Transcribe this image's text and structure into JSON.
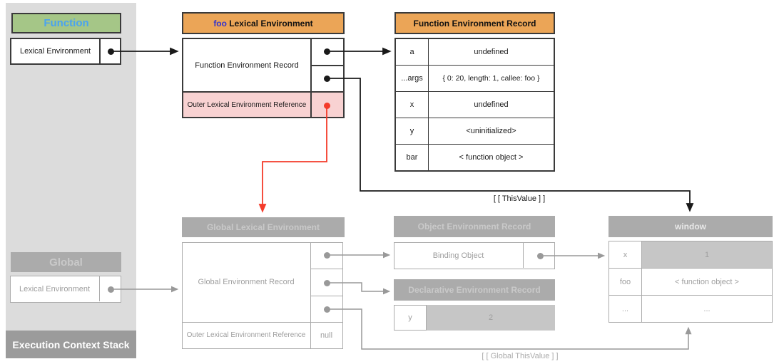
{
  "left_panel": {
    "function_header": "Function",
    "function_lexical_env": "Lexical Environment",
    "global_header": "Global",
    "global_lexical_env": "Lexical Environment",
    "stack_label": "Execution Context Stack"
  },
  "foo_env": {
    "header_fn_name": "foo",
    "header_rest": " Lexical Environment",
    "record_label": "Function Environment Record",
    "outer_ref_label": "Outer Lexical Environment Reference"
  },
  "function_record": {
    "header": "Function Environment Record",
    "rows": [
      {
        "key": "a",
        "value": "undefined"
      },
      {
        "key": "...args",
        "value": "{ 0: 20, length: 1, callee: foo }"
      },
      {
        "key": "x",
        "value": "undefined"
      },
      {
        "key": "y",
        "value": "<uninitialized>"
      },
      {
        "key": "bar",
        "value": "< function object >"
      }
    ]
  },
  "global_env": {
    "header": "Global Lexical Environment",
    "record_label": "Global Environment Record",
    "outer_ref_label": "Outer Lexical Environment Reference",
    "outer_ref_value": "null"
  },
  "object_record": {
    "header": "Object Environment Record",
    "binding_object_label": "Binding Object"
  },
  "declarative_record": {
    "header": "Declarative Environment Record",
    "rows": [
      {
        "key": "y",
        "value": "2"
      }
    ]
  },
  "window_object": {
    "header": "window",
    "rows": [
      {
        "key": "x",
        "value": "1"
      },
      {
        "key": "foo",
        "value": "< function object >"
      },
      {
        "key": "...",
        "value": "..."
      }
    ]
  },
  "labels": {
    "this_value": "[ [ ThisValue ] ]",
    "global_this_value": "[ [ Global ThisValue ] ]"
  },
  "colors": {
    "orange_header": "#EBA557",
    "green_header": "#A5C687",
    "function_text_blue": "#4AA3EF",
    "foo_text_blue": "#3333CC",
    "pink_row": "#F8D2D2",
    "red_arrow": "#F43B2A",
    "panel_gray": "#DCDCDC",
    "gray_header": "#ABABAB",
    "stack_bar_gray": "#9B9B9B",
    "gray_value_cell": "#C6C6C6",
    "muted_text": "#9E9E9E"
  }
}
